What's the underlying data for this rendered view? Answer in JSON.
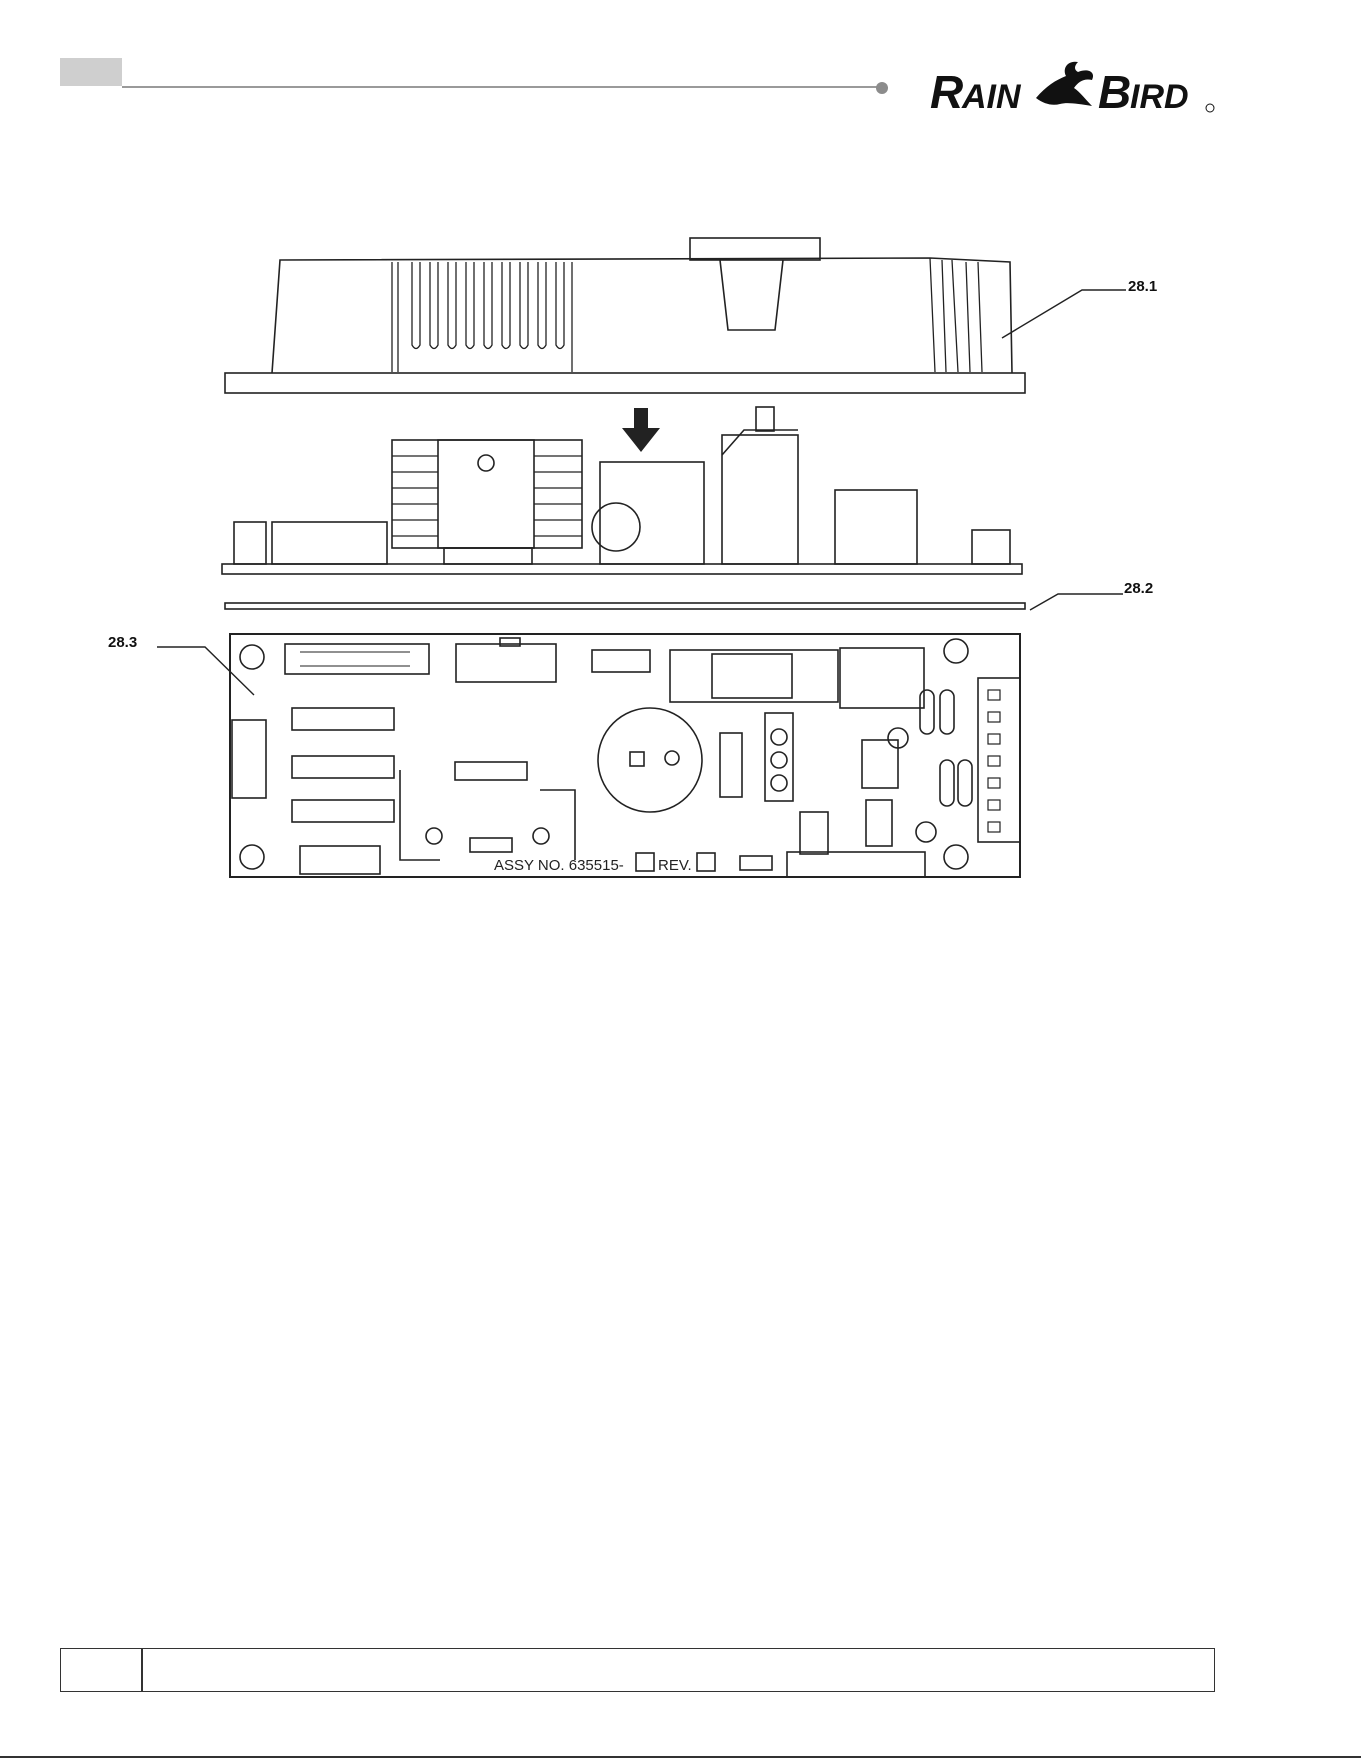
{
  "header": {
    "logo_text": "RAIN BIRD"
  },
  "figure": {
    "callouts": [
      "28.1",
      "28.2",
      "28.3"
    ],
    "board_marking": {
      "assy_label": "ASSY NO. 635515-",
      "rev_label": "REV."
    }
  },
  "footer": {
    "page_number": "",
    "text": ""
  }
}
